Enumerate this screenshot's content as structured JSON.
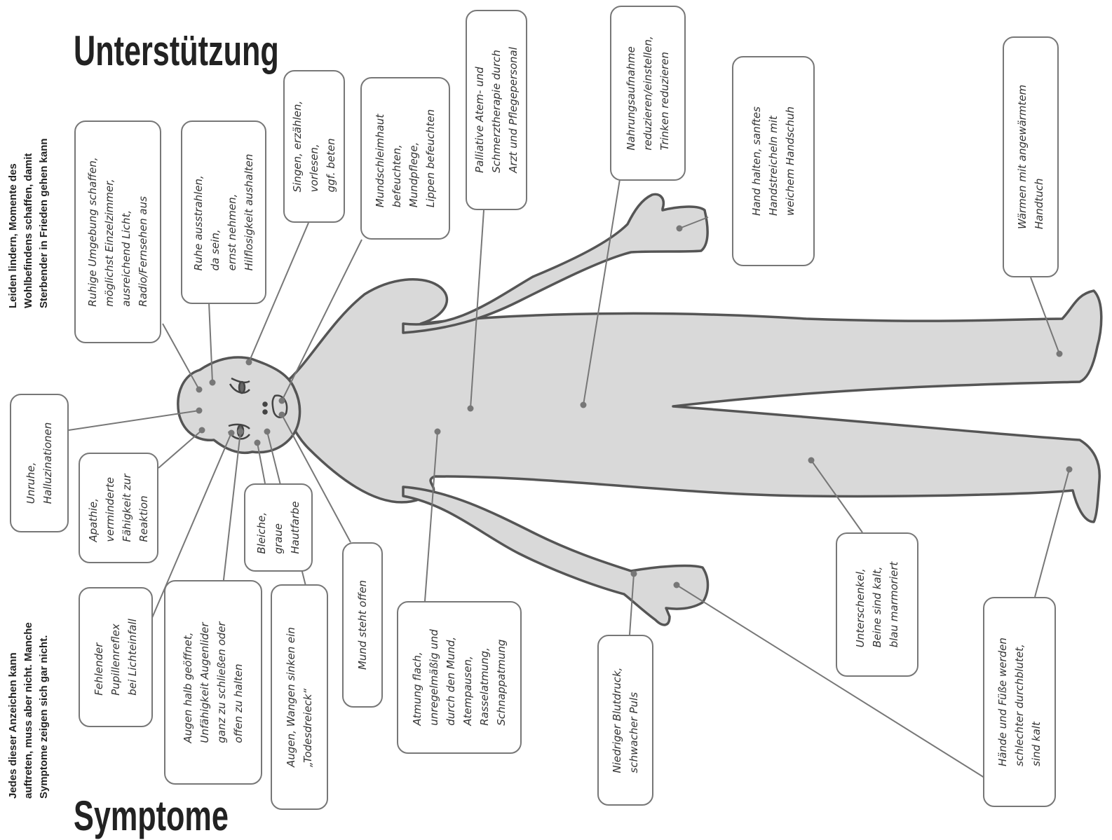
{
  "titles": {
    "support": "Unterstützung",
    "symptoms": "Symptome"
  },
  "side_notes": {
    "support": [
      "Leiden lindern, Momente des",
      "Wohlbefindens schaffen, damit",
      "Sterbender in Frieden gehen kann"
    ],
    "symptoms": [
      "Jedes dieser Anzeichen kann",
      "auftreten, muss aber nicht. Manche",
      "Symptome zeigen sich gar nicht."
    ]
  },
  "support_boxes": [
    {
      "id": "ruhige-umgebung",
      "lines": [
        "Ruhige Umgebung schaffen,",
        "möglichst Einzelzimmer,",
        "ausreichend Licht,",
        "Radio/Fernsehen aus"
      ]
    },
    {
      "id": "ruhe-ausstrahlen",
      "lines": [
        "Ruhe ausstrahlen,",
        "da sein,",
        "ernst nehmen,",
        "Hilflosigkeit aushalten"
      ]
    },
    {
      "id": "singen",
      "lines": [
        "Singen, erzählen,",
        "vorlesen,",
        "ggf. beten"
      ]
    },
    {
      "id": "mundschleimhaut",
      "lines": [
        "Mundschleimhaut",
        "befeuchten,",
        "Mundpflege,",
        "Lippen befeuchten"
      ]
    },
    {
      "id": "palliative",
      "lines": [
        "Palliative Atem- und",
        "Schmerztherapie durch",
        "Arzt und Pflegepersonal"
      ]
    },
    {
      "id": "nahrung",
      "lines": [
        "Nahrungsaufnahme",
        "reduzieren/einstellen,",
        "Trinken reduzieren"
      ]
    },
    {
      "id": "hand-halten",
      "lines": [
        "Hand halten, sanftes",
        "Handstreicheln mit",
        "weichem Handschuh"
      ]
    },
    {
      "id": "waermen",
      "lines": [
        "Wärmen mit angewärmtem",
        "Handtuch"
      ]
    }
  ],
  "symptom_boxes": [
    {
      "id": "unruhe",
      "lines": [
        "Unruhe,",
        "Halluzinationen"
      ]
    },
    {
      "id": "apathie",
      "lines": [
        "Apathie,",
        "verminderte",
        "Fähigkeit zur",
        "Reaktion"
      ]
    },
    {
      "id": "bleiche",
      "lines": [
        "Bleiche,",
        "graue",
        "Hautfarbe"
      ]
    },
    {
      "id": "mund-offen",
      "lines": [
        "Mund steht offen"
      ]
    },
    {
      "id": "pupillenreflex",
      "lines": [
        "Fehlender",
        "Pupillenreflex",
        "bei Lichteinfall"
      ]
    },
    {
      "id": "augen-halb",
      "lines": [
        "Augen halb geöffnet,",
        "Unfähigkeit Augenlider",
        "ganz zu schließen oder",
        "offen zu halten"
      ]
    },
    {
      "id": "todesdreieck",
      "lines": [
        "Augen, Wangen sinken ein",
        "„Todesdreieck“"
      ]
    },
    {
      "id": "atmung",
      "lines": [
        "Atmung flach,",
        "unregelmäßig und",
        "durch den Mund,",
        "Atempausen,",
        "Rasselatmung,",
        "Schnappatmung"
      ]
    },
    {
      "id": "blutdruck",
      "lines": [
        "Niedriger Blutdruck,",
        "schwacher Puls"
      ]
    },
    {
      "id": "unterschenkel",
      "lines": [
        "Unterschenkel,",
        "Beine sind kalt,",
        "blau marmoriert"
      ]
    },
    {
      "id": "haende-fuesse",
      "lines": [
        "Hände und Füße werden",
        "schlechter durchblutet,",
        "sind kalt"
      ]
    }
  ],
  "colors": {
    "body_fill": "#d9d9d9",
    "body_outline": "#555555",
    "leader_line": "#777777",
    "box_border": "#777777",
    "text": "#333333"
  }
}
